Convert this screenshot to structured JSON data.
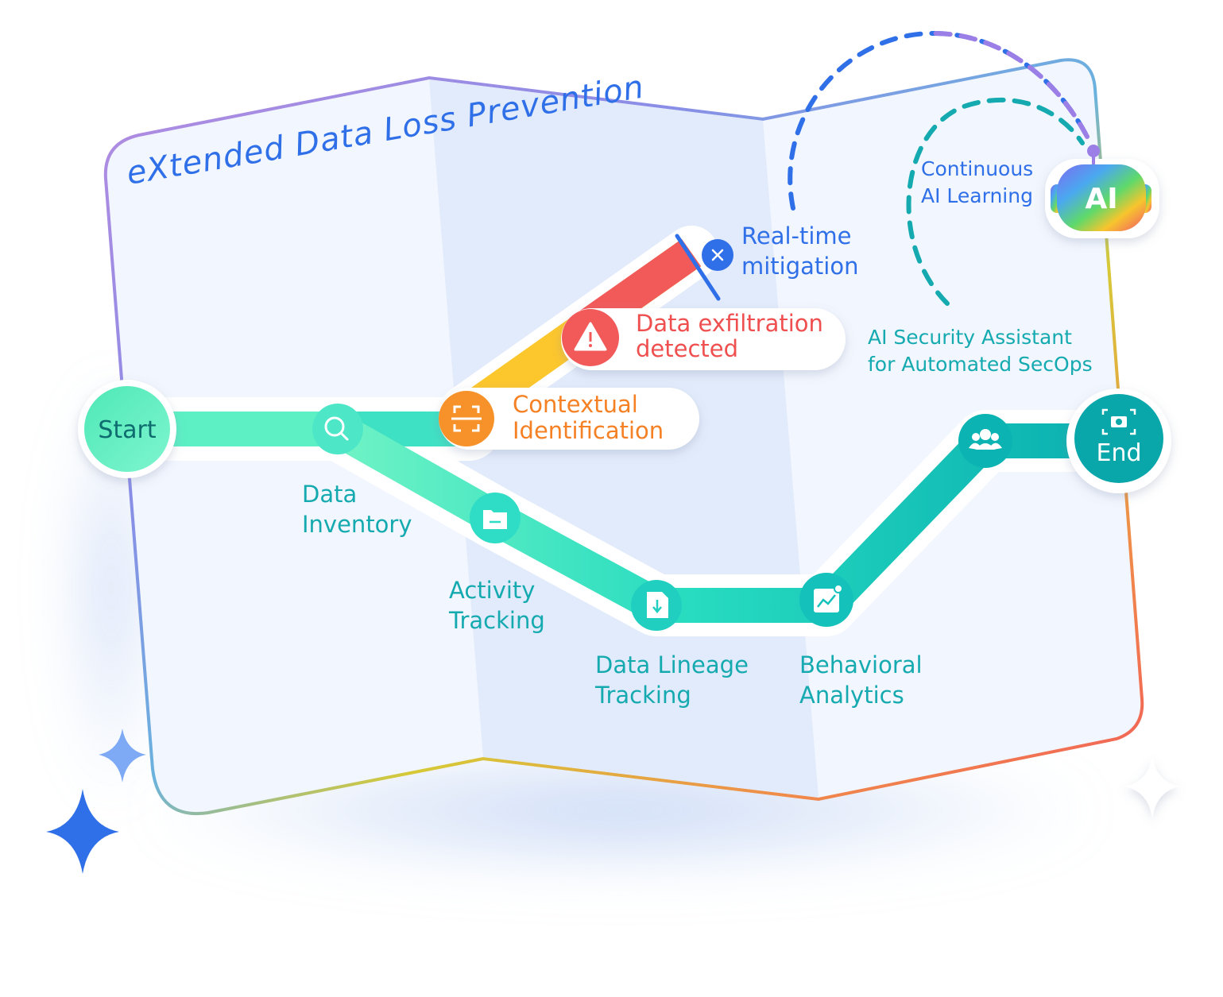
{
  "title": "eXtended Data Loss Prevention",
  "colors": {
    "teal": "#14aab0",
    "teal_light": "#5ff0c8",
    "blue": "#2f6fe8",
    "orange": "#f7922a",
    "red": "#f25a5a",
    "yellow": "#fcc62d"
  },
  "start": {
    "label": "Start"
  },
  "end": {
    "label": "End",
    "icon": "camera-scan-icon"
  },
  "steps": [
    {
      "line1": "Data",
      "line2": "Inventory",
      "icon": "search-icon"
    },
    {
      "line1": "Activity",
      "line2": "Tracking",
      "icon": "folder-icon"
    },
    {
      "line1": "Data Lineage",
      "line2": "Tracking",
      "icon": "file-download-icon"
    },
    {
      "line1": "Behavioral",
      "line2": "Analytics",
      "icon": "trend-chart-icon"
    },
    {
      "line1": "",
      "line2": "",
      "icon": "users-icon"
    }
  ],
  "branch": {
    "contextual": {
      "line1": "Contextual",
      "line2": "Identification",
      "icon": "scan-icon"
    },
    "exfiltration": {
      "line1": "Data exfiltration",
      "line2": "detected",
      "icon": "warning-icon"
    },
    "mitigation": {
      "line1": "Real-time",
      "line2": "mitigation",
      "icon": "close-icon"
    }
  },
  "ai": {
    "badge": "AI",
    "learning": {
      "line1": "Continuous",
      "line2": "AI Learning"
    },
    "assistant": {
      "line1": "AI Security Assistant",
      "line2": "for Automated SecOps"
    }
  }
}
